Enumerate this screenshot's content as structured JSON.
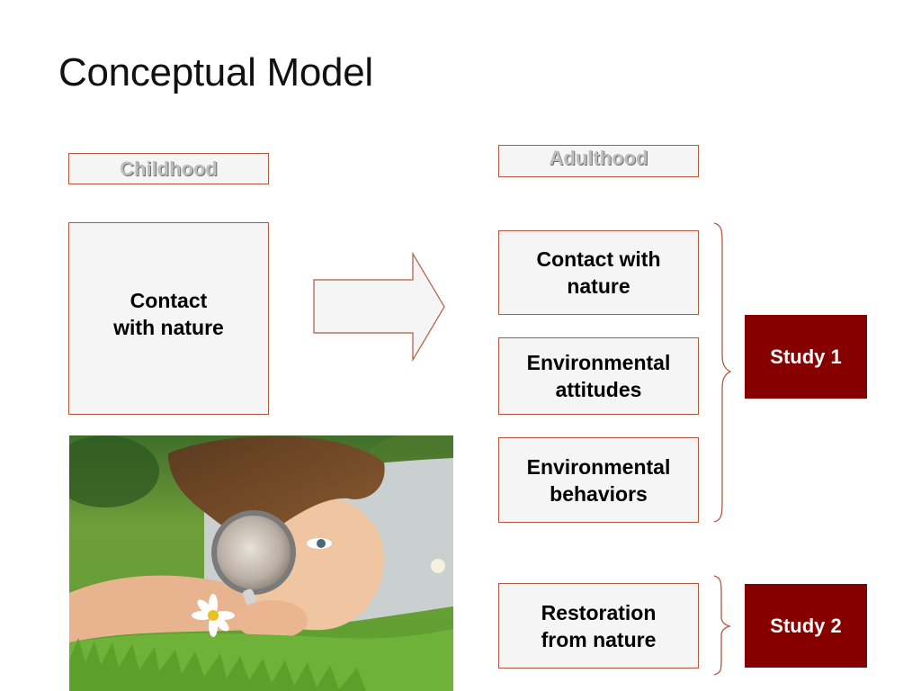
{
  "slide": {
    "title": "Conceptual Model"
  },
  "childhood": {
    "header": "Childhood",
    "box": "Contact\nwith nature"
  },
  "adulthood": {
    "header": "Adulthood",
    "boxes": [
      "Contact with\nnature",
      "Environmental\nattitudes",
      "Environmental\nbehaviors",
      "Restoration\nfrom nature"
    ]
  },
  "studies": [
    "Study 1",
    "Study 2"
  ],
  "colors": {
    "box_border": "#b5573f",
    "box_fill": "#f5f5f5",
    "study_fill": "#870000",
    "header_text": "#bdbdbd"
  },
  "photo": {
    "icon": "boy-with-magnifying-glass-photo"
  }
}
